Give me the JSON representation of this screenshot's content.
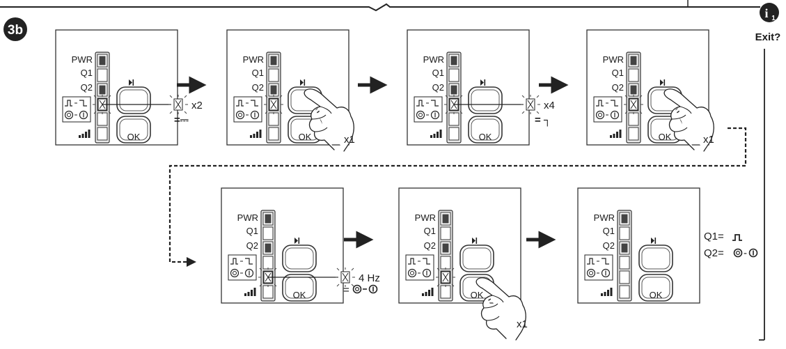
{
  "step_badge": "3b",
  "info_badge": {
    "letter": "i",
    "subscript": "1"
  },
  "exit_label": "Exit?",
  "led_labels": {
    "pwr": "PWR",
    "q1": "Q1",
    "q2": "Q2"
  },
  "ok_label": "OK",
  "top_row": {
    "panel1_annotation": {
      "count": "x2",
      "result": "=⎓"
    },
    "panel2_press": "x1",
    "panel3_annotation": {
      "count": "x4",
      "result": "= ┐"
    },
    "panel4_press": "x1"
  },
  "bottom_row": {
    "panel5_annotation": {
      "freq": "4 Hz",
      "result_prefix": "="
    },
    "panel6_press": "x1",
    "summary": {
      "q1_label": "Q1=",
      "q2_label": "Q2=",
      "q2_dash": "-"
    }
  }
}
